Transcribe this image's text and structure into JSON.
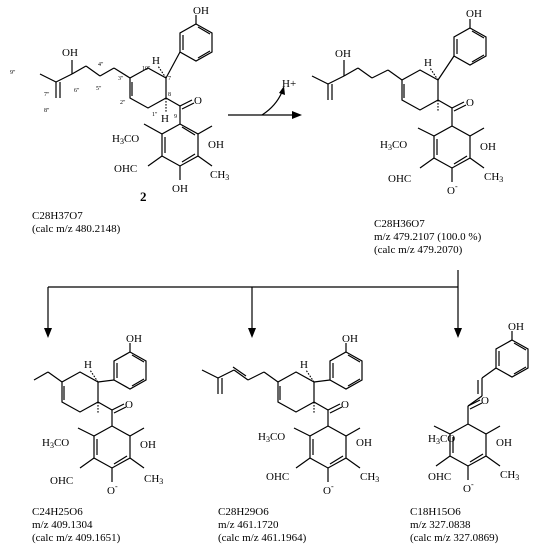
{
  "compound_2": {
    "label": "2",
    "formula_lines": [
      "C28H37O7",
      "(calc m/z 480.2148)"
    ]
  },
  "reaction_arrow": {
    "label": "H+"
  },
  "fragment_479": {
    "formula_lines": [
      "C28H36O7",
      "m/z 479.2107 (100.0 %)",
      "(calc m/z 479.2070)"
    ]
  },
  "fragment_409": {
    "formula_lines": [
      "C24H25O6",
      "m/z 409.1304",
      "(calc m/z 409.1651)"
    ]
  },
  "fragment_461": {
    "formula_lines": [
      "C28H29O6",
      "m/z 461.1720",
      "(calc m/z 461.1964)"
    ]
  },
  "fragment_327": {
    "formula_lines": [
      "C18H15O6",
      "m/z 327.0838",
      "(calc m/z 327.0869)"
    ]
  },
  "atom_labels": {
    "OH": "OH",
    "H": "H",
    "O": "O",
    "O_minus": "O",
    "H3CO": "H3CO",
    "OHC": "OHC",
    "CH3": "CH3"
  }
}
